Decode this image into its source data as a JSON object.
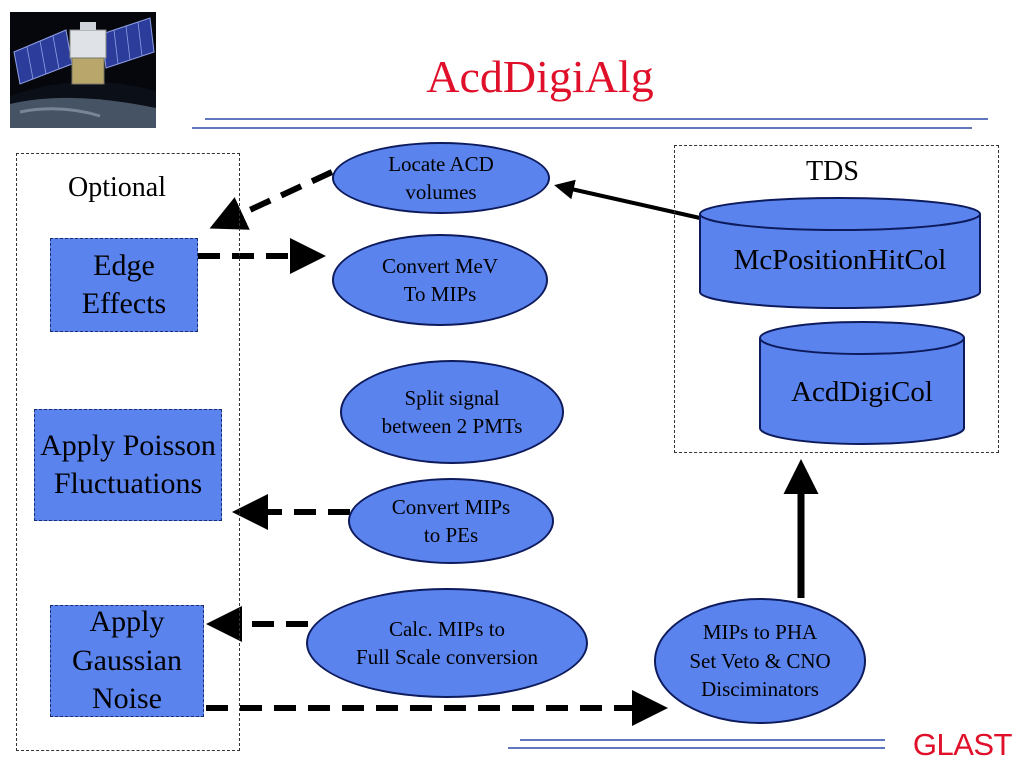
{
  "slide": {
    "title": "AcdDigiAlg",
    "footer_brand": "GLAST"
  },
  "optional_group": {
    "label": "Optional",
    "steps": [
      {
        "label": "Edge Effects"
      },
      {
        "label": "Apply Poisson Fluctuations"
      },
      {
        "label": "Apply Gaussian Noise"
      }
    ]
  },
  "process_ellipses": [
    {
      "label": "Locate ACD\nvolumes"
    },
    {
      "label": "Convert MeV\nTo MIPs"
    },
    {
      "label": "Split signal\nbetween 2 PMTs"
    },
    {
      "label": "Convert MIPs\nto PEs"
    },
    {
      "label": "Calc. MIPs to\nFull Scale conversion"
    },
    {
      "label": "MIPs to PHA\nSet Veto & CNO\nDisciminators"
    }
  ],
  "tds_group": {
    "label": "TDS",
    "collections": [
      {
        "label": "McPositionHitCol"
      },
      {
        "label": "AcdDigiCol"
      }
    ]
  },
  "colors": {
    "fill": "#5b83ee",
    "title": "#e0102a",
    "rule": "#2c4aa8"
  }
}
